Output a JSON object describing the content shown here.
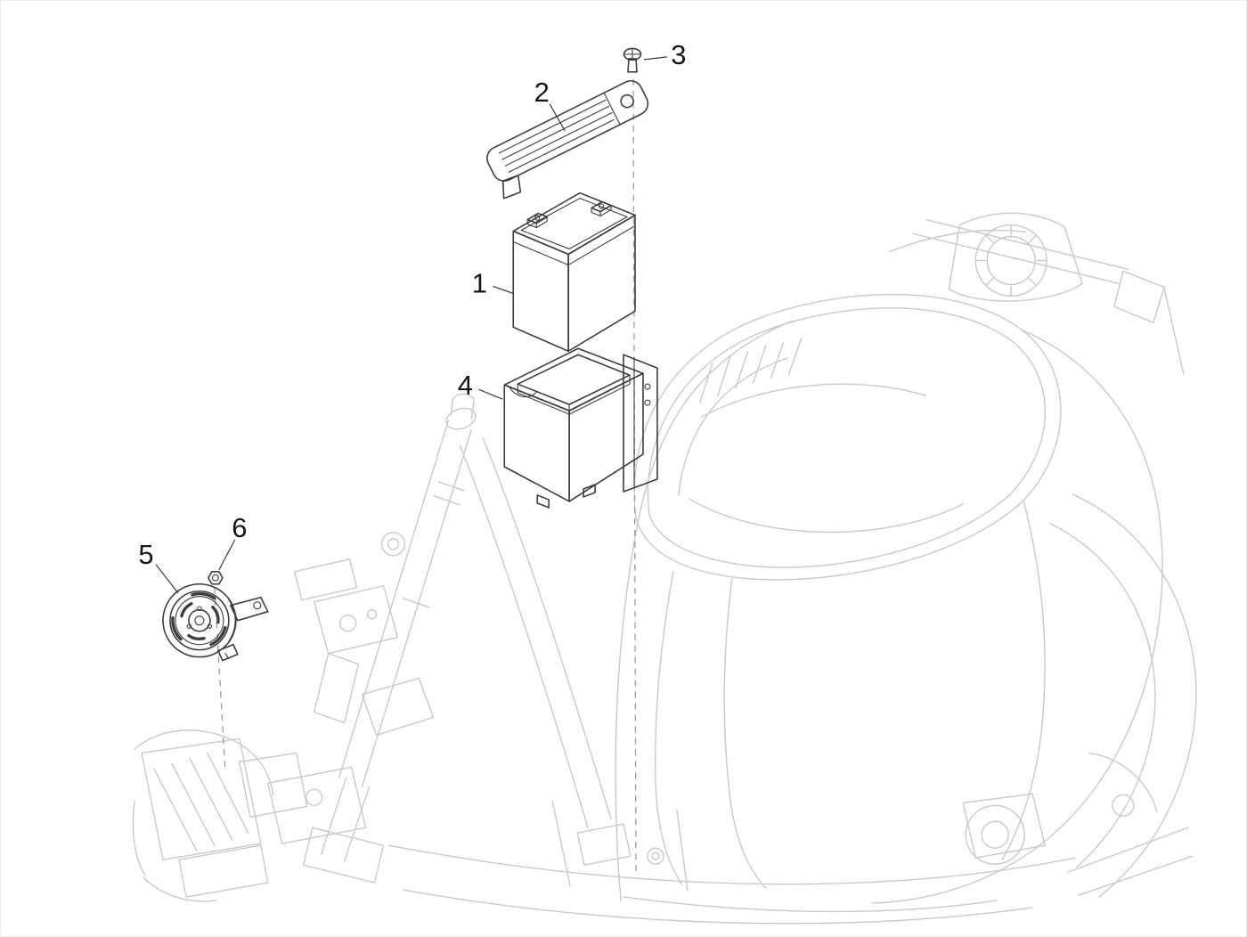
{
  "diagram": {
    "type": "exploded-parts-diagram",
    "subject": "scooter-battery-strap-holder-and-horn",
    "colors": {
      "background": "#ffffff",
      "frame_outline": "#c9c9c9",
      "part_outline": "#3d3d3d",
      "dashed_axis": "#9a9a9a",
      "callout_text": "#161616"
    },
    "callouts": [
      {
        "number": "1",
        "part": "battery"
      },
      {
        "number": "2",
        "part": "battery-cover-strap"
      },
      {
        "number": "3",
        "part": "screw"
      },
      {
        "number": "4",
        "part": "battery-holder-tray"
      },
      {
        "number": "5",
        "part": "horn"
      },
      {
        "number": "6",
        "part": "nut"
      }
    ]
  }
}
